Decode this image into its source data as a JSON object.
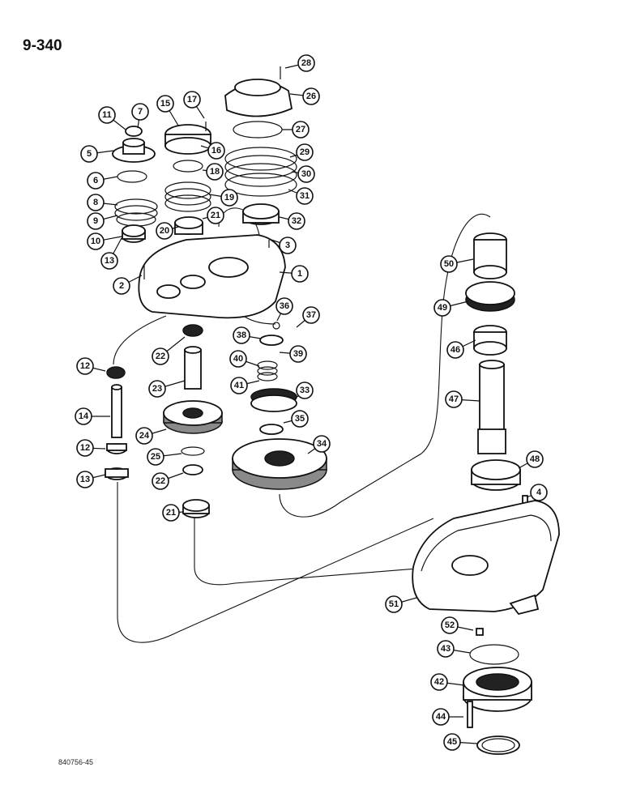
{
  "page": {
    "number": "9-340",
    "drawing_code": "840756-45"
  },
  "callouts": [
    "1",
    "2",
    "3",
    "4",
    "5",
    "6",
    "7",
    "8",
    "9",
    "10",
    "11",
    "12",
    "12",
    "13",
    "13",
    "14",
    "15",
    "16",
    "17",
    "18",
    "19",
    "20",
    "21",
    "21",
    "22",
    "22",
    "23",
    "24",
    "25",
    "26",
    "27",
    "28",
    "29",
    "30",
    "31",
    "32",
    "33",
    "34",
    "35",
    "36",
    "37",
    "38",
    "39",
    "40",
    "41",
    "42",
    "43",
    "44",
    "45",
    "46",
    "47",
    "48",
    "49",
    "50",
    "51",
    "52"
  ]
}
